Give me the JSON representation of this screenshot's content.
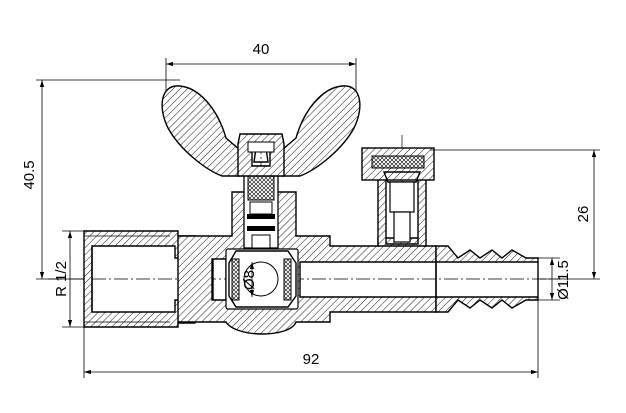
{
  "dimensions": {
    "handle_width": "40",
    "total_height": "40.5",
    "thread": "R 1/2",
    "bore": "Ø8",
    "outlet_height": "26",
    "hose_diameter": "Ø11.5",
    "total_length": "92"
  }
}
